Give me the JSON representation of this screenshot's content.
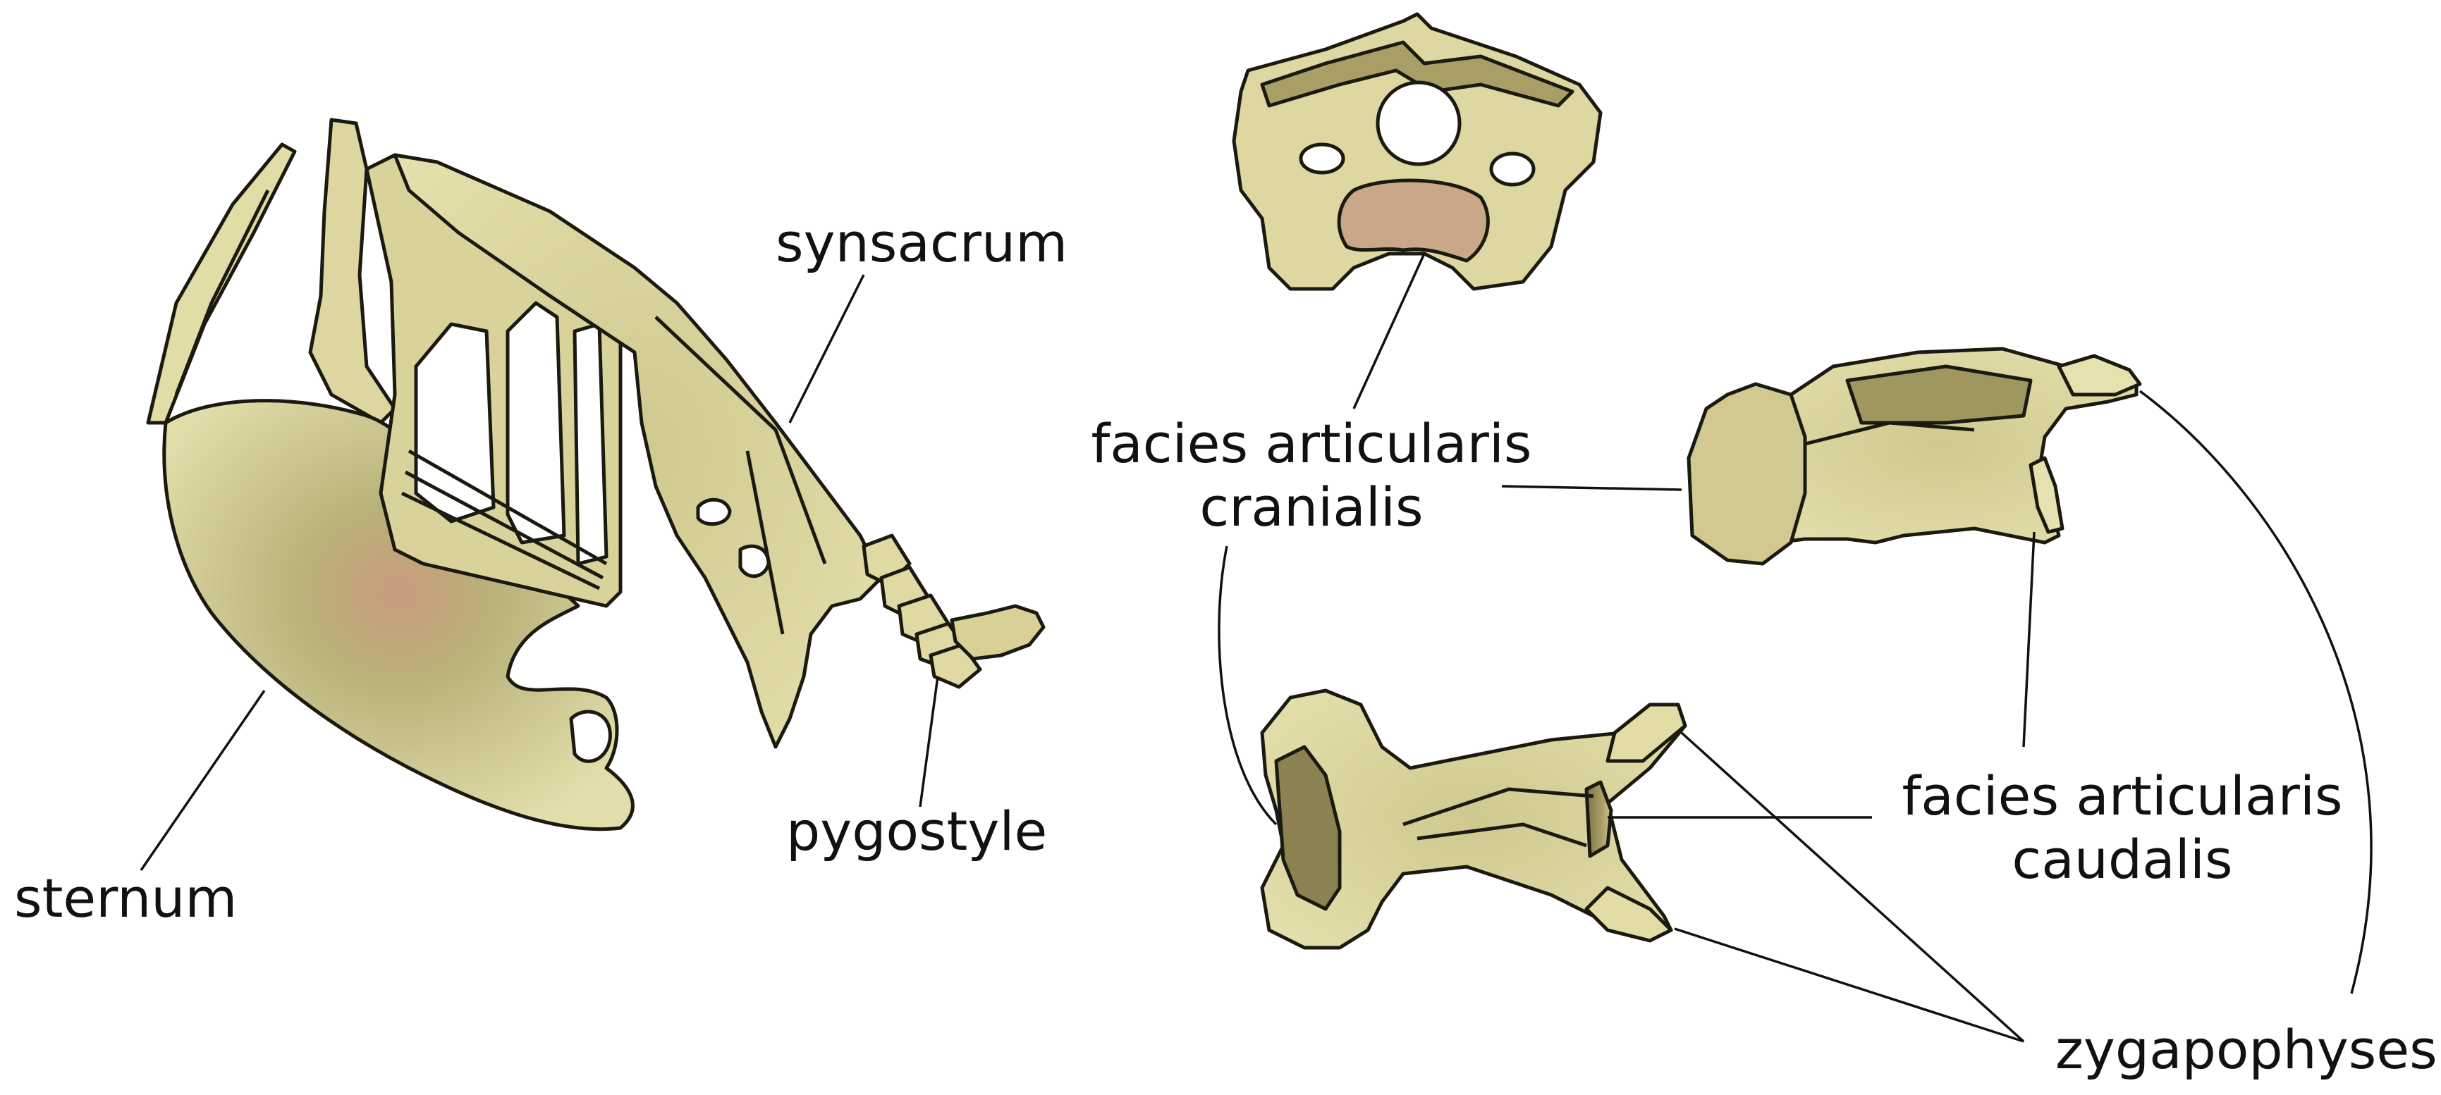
{
  "labels": {
    "synsacrum": "synsacrum",
    "pygostyle": "pygostyle",
    "sternum": "sternum",
    "facies_cranialis": [
      "facies articularis",
      "cranialis"
    ],
    "facies_caudalis": [
      "facies articularis",
      "caudalis"
    ],
    "zygapophyses": "zygapophyses"
  },
  "colors": {
    "bone_fill": "#e2dca6",
    "bone_shade": "#bdb57a",
    "bone_dark": "#6d6a3e",
    "bone_pink": "#d2a383",
    "outline": "#1a1a10",
    "text": "#111111"
  }
}
